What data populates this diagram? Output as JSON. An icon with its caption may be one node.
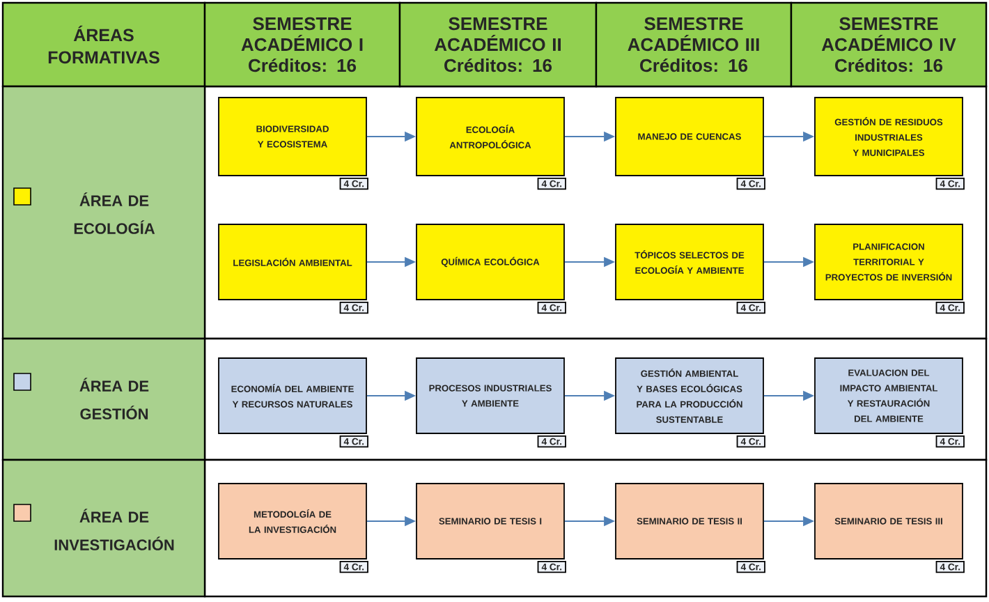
{
  "diagram": {
    "nodes": [
      {
        "text": [
          "ÁREAS FORMATIVAS"
        ]
      },
      {
        "text": [
          "SEMESTRE ACADÉMICO I",
          "Créditos: 16"
        ]
      },
      {
        "text": [
          "SEMESTRE ACADÉMICO II",
          "Créditos: 16"
        ]
      },
      {
        "text": [
          "SEMESTRE ACADÉMICO III",
          "Créditos: 16"
        ]
      },
      {
        "text": [
          "SEMESTRE ACADÉMICO IV",
          "Créditos: 16"
        ]
      },
      {
        "text": [
          "ÁREA DE ECOLOGÍA"
        ]
      },
      {
        "text": [
          "BIODIVERSIDAD Y ECOSISTEMA"
        ],
        "beside": [
          "4 Cr."
        ]
      },
      {
        "text": [
          "ECOLOGÍA ANTROPOLÓGICA"
        ],
        "beside": [
          "4 Cr."
        ]
      },
      {
        "text": [
          "MANEJO DE CUENCAS"
        ],
        "beside": [
          "4 Cr."
        ]
      },
      {
        "text": [
          "GESTIÓN DE RESIDUOS INDUSTRIALES Y MUNICIPALES"
        ],
        "beside": [
          "4 Cr."
        ]
      },
      {
        "text": [
          "LEGISLACIÓN AMBIENTAL"
        ],
        "beside": [
          "4 Cr."
        ]
      },
      {
        "text": [
          "QUÍMICA ECOLÓGICA"
        ],
        "beside": [
          "4 Cr."
        ]
      },
      {
        "text": [
          "TÓPICOS SELECTOS DE ECOLOGÍA Y AMBIENTE"
        ],
        "beside": [
          "4 Cr."
        ]
      },
      {
        "text": [
          "PLANIFICACION TERRITORIAL Y PROYECTOS DE INVERSIÓN"
        ],
        "beside": [
          "4 Cr."
        ]
      },
      {
        "text": [
          "ÁREA DE GESTIÓN"
        ]
      },
      {
        "text": [
          "ECONOMÍA DEL AMBIENTE Y RECURSOS NATURALES"
        ],
        "beside": [
          "4 Cr."
        ]
      },
      {
        "text": [
          "PROCESOS INDUSTRIALES Y AMBIENTE"
        ],
        "beside": [
          "4 Cr."
        ]
      },
      {
        "text": [
          "GESTIÓN AMBIENTAL Y BASES ECOLÓGICAS PARA LA PRODUCCIÓN SUSTENTABLE"
        ],
        "beside": [
          "4 Cr."
        ]
      },
      {
        "text": [
          "EVALUACION DEL IMPACTO AMBIENTAL Y RESTAURACIÓN DEL AMBIENTE"
        ],
        "beside": [
          "4 Cr."
        ]
      },
      {
        "text": [
          "ÁREA DE INVESTIGACIÓN"
        ]
      },
      {
        "text": [
          "METODOLGÍA DE LA INVESTIGACIÓN"
        ],
        "beside": [
          "4 Cr."
        ]
      },
      {
        "text": [
          "SEMINARIO DE TESIS I"
        ],
        "beside": [
          "4 Cr."
        ]
      },
      {
        "text": [
          "SEMINARIO DE TESIS II"
        ],
        "beside": [
          "4 Cr."
        ]
      },
      {
        "text": [
          "SEMINARIO DE TESIS III"
        ],
        "beside": [
          "4 Cr."
        ]
      }
    ],
    "edges": [
      {
        "from": 6,
        "to": 7,
        "arrow": "to"
      },
      {
        "from": 7,
        "to": 8,
        "arrow": "to"
      },
      {
        "from": 8,
        "to": 9,
        "arrow": "to"
      },
      {
        "from": 10,
        "to": 11,
        "arrow": "to"
      },
      {
        "from": 11,
        "to": 12,
        "arrow": "to"
      },
      {
        "from": 12,
        "to": 13,
        "arrow": "to"
      },
      {
        "from": 15,
        "to": 16,
        "arrow": "to"
      },
      {
        "from": 16,
        "to": 17,
        "arrow": "to"
      },
      {
        "from": 17,
        "to": 18,
        "arrow": "to"
      },
      {
        "from": 20,
        "to": 21,
        "arrow": "to"
      },
      {
        "from": 21,
        "to": 22,
        "arrow": "to"
      },
      {
        "from": 22,
        "to": 23,
        "arrow": "to"
      }
    ]
  }
}
